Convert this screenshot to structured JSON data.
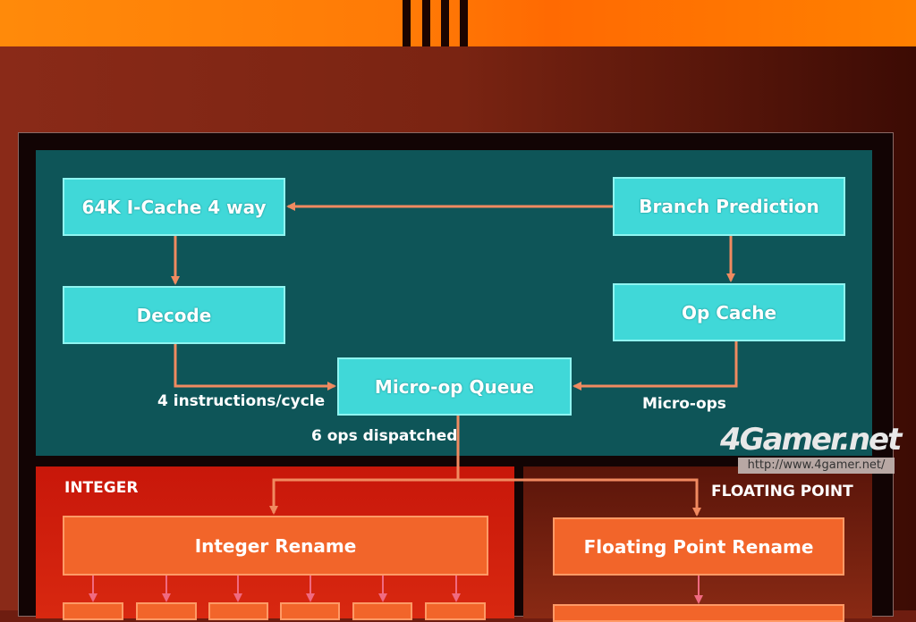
{
  "diagram": {
    "boxes": {
      "icache": "64K I-Cache 4 way",
      "branch": "Branch Prediction",
      "decode": "Decode",
      "opcache": "Op Cache",
      "queue": "Micro-op Queue",
      "int_rename": "Integer Rename",
      "fp_rename": "Floating Point Rename"
    },
    "labels": {
      "decode_rate": "4 instructions/cycle",
      "microops": "Micro-ops",
      "dispatch": "6 ops dispatched"
    },
    "sections": {
      "integer": "INTEGER",
      "fp": "FLOATING POINT"
    },
    "colors": {
      "teal": "#0e5558",
      "cyan_box": "#40d8d8",
      "orange_box": "#f2652a",
      "arrow": "#f08a60"
    }
  },
  "watermark": {
    "logo": "4Gamer.net",
    "url": "http://www.4gamer.net/"
  }
}
